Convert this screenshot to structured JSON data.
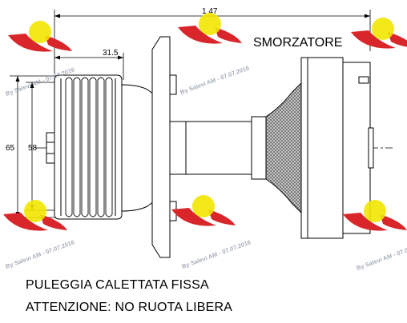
{
  "drawing": {
    "label_overall_length": "1 47",
    "label_front_offset": "31.5",
    "label_diameter_outer": "65",
    "label_diameter_groove": "58",
    "label_part": "SMORZATORE"
  },
  "watermarks": {
    "text": "By Salevi AM - 07.07.2016"
  },
  "captions": {
    "line1": "PULEGGIA CALETTATA FISSA",
    "line2": "ATTENZIONE: NO RUOTA LIBERA"
  },
  "colors": {
    "stroke": "#000000",
    "hatch": "#c8c8c8",
    "logo_red": "#d8262b",
    "logo_yellow": "#f2e600",
    "watermark": "#8a94a4"
  },
  "icons": [
    "logo-icon"
  ]
}
